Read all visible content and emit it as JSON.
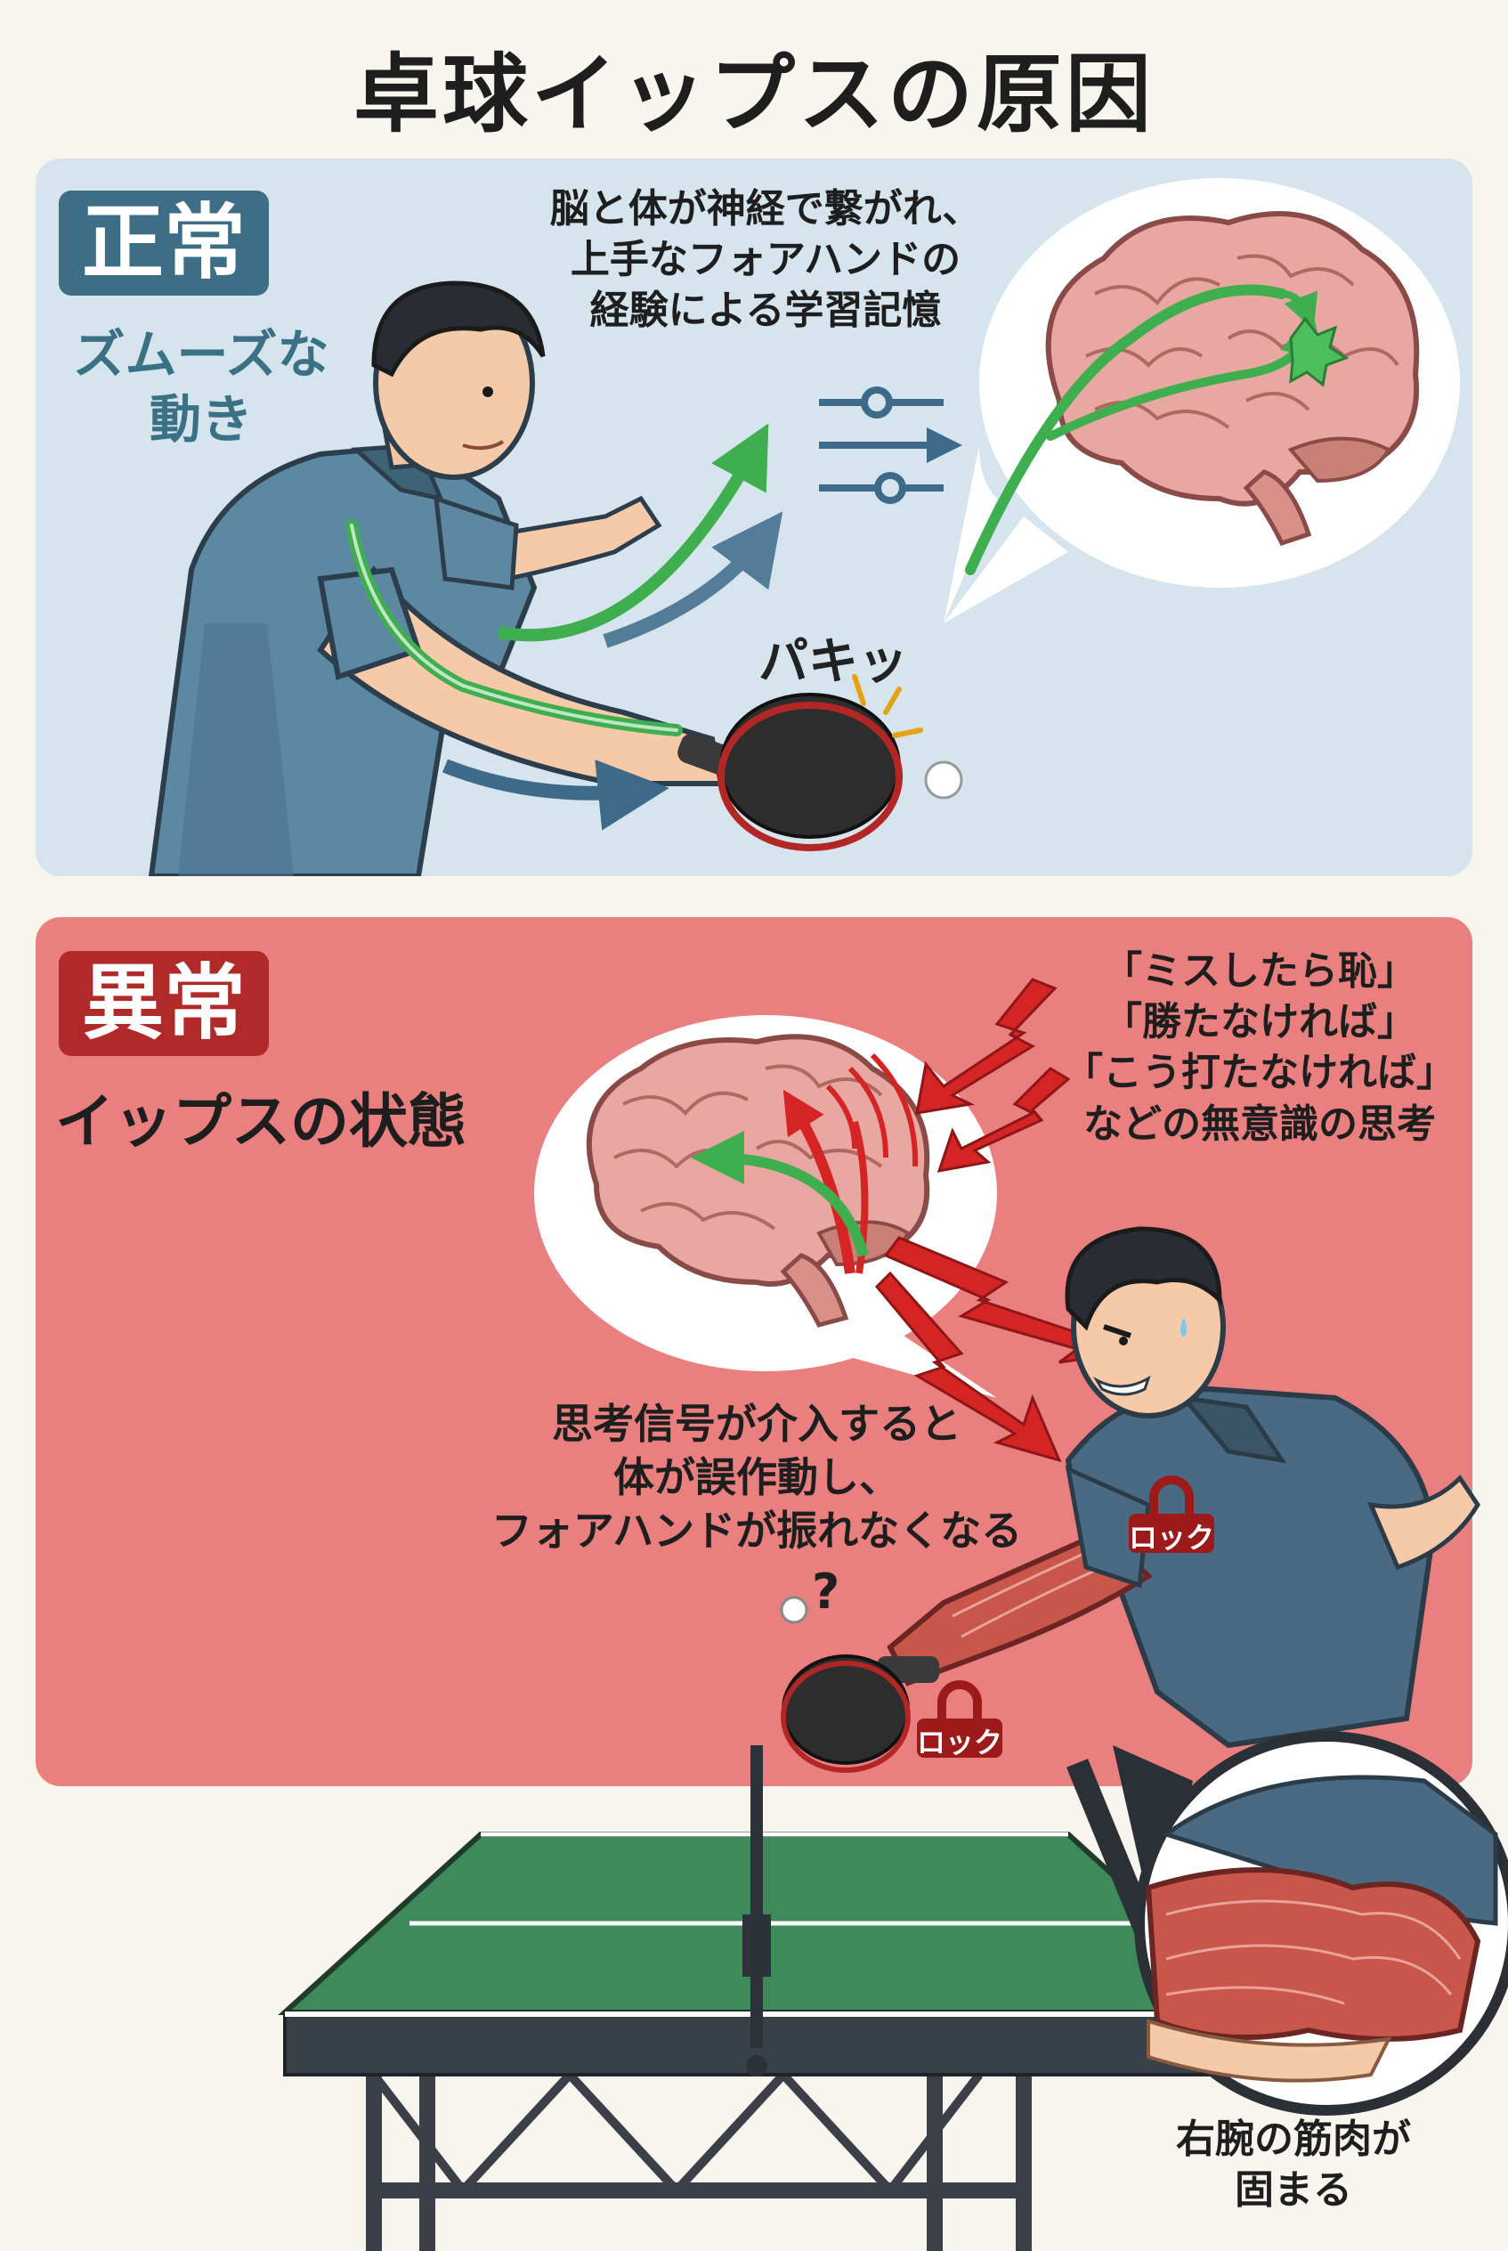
{
  "title": "卓球イップスの原因",
  "normal": {
    "badge": "正常",
    "subtitle": "ズムーズな\n動き",
    "caption": "脳と体が神経で繋がれ、\n上手なフォアハンドの\n経験による学習記憶",
    "sound_effect": "パキッ"
  },
  "abnormal": {
    "badge": "異常",
    "subtitle": "イップスの状態",
    "thoughts": [
      "「ミスしたら恥」",
      "「勝たなければ」",
      "「こう打たなければ」",
      "などの無意識の思考"
    ],
    "signal_caption": "思考信号が介入すると\n体が誤作動し、\nフォアハンドが振れなくなる",
    "lock_label": "ロック",
    "question_mark": "?",
    "forearm_caption": "右腕の筋肉が\n固まる"
  },
  "colors": {
    "normal_bg": "#d6e4ee",
    "abnormal_bg": "#e9807f",
    "normal_badge": "#3d6e86",
    "abnormal_badge": "#b02a2a",
    "nerve_green": "#3fae4f",
    "alert_red": "#d42424",
    "table_green": "#3f8a5a"
  },
  "icons": [
    "brain-icon",
    "lightning-arrow-icon",
    "lock-icon",
    "paddle-icon",
    "ball-icon",
    "equalizer-icon"
  ]
}
